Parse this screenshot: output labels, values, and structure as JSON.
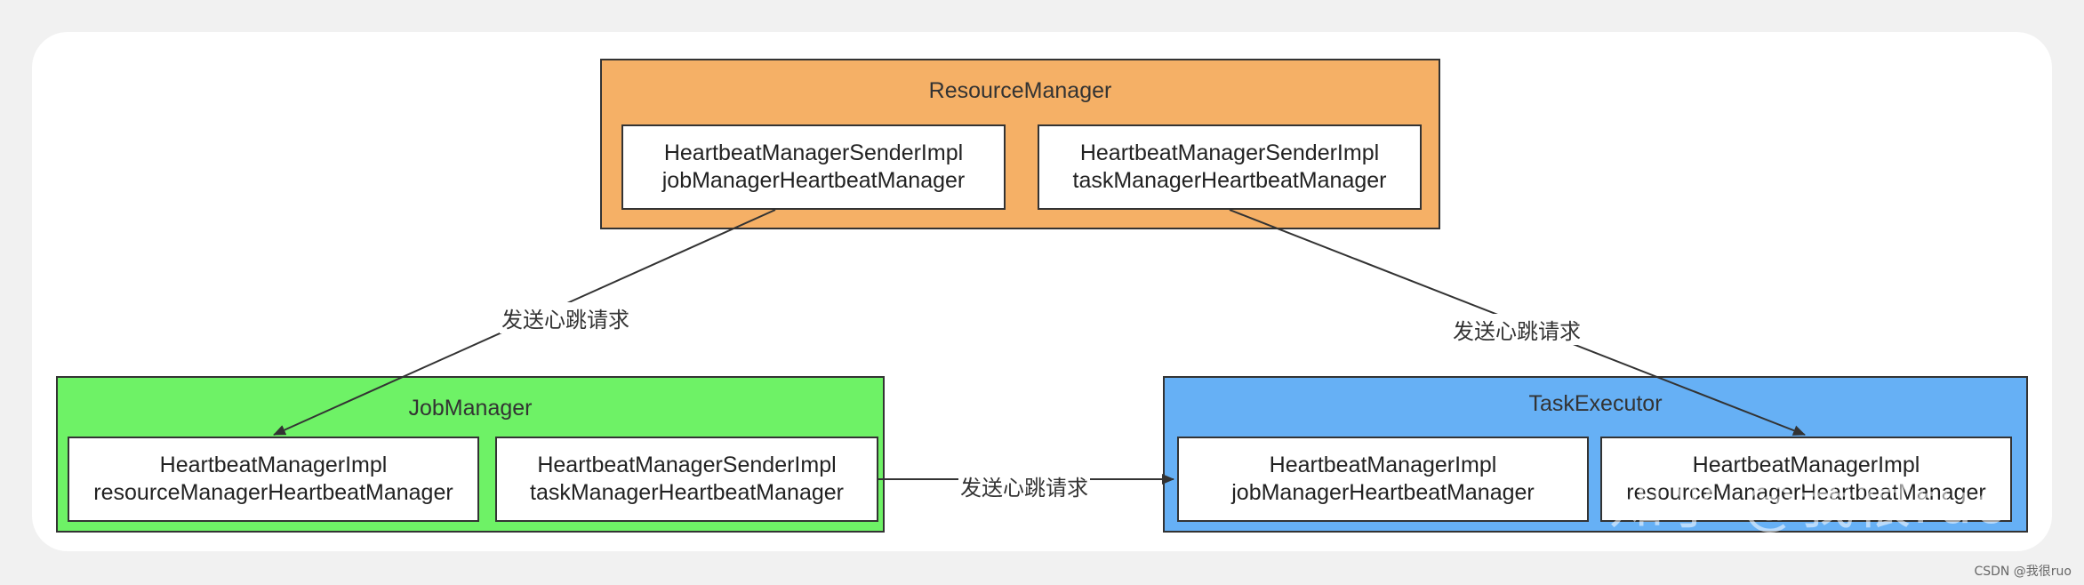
{
  "resource_manager": {
    "title": "ResourceManager",
    "fill": "#f5b066",
    "jm_sender": {
      "line1": "HeartbeatManagerSenderImpl",
      "line2": "jobManagerHeartbeatManager"
    },
    "tm_sender": {
      "line1": "HeartbeatManagerSenderImpl",
      "line2": "taskManagerHeartbeatManager"
    }
  },
  "job_manager": {
    "title": "JobManager",
    "fill": "#6ef266",
    "rm_impl": {
      "line1": "HeartbeatManagerImpl",
      "line2": "resourceManagerHeartbeatManager"
    },
    "tm_sender": {
      "line1": "HeartbeatManagerSenderImpl",
      "line2": "taskManagerHeartbeatManager"
    }
  },
  "task_executor": {
    "title": "TaskExecutor",
    "fill": "#66b0f5",
    "jm_impl": {
      "line1": "HeartbeatManagerImpl",
      "line2": "jobManagerHeartbeatManager"
    },
    "rm_impl": {
      "line1": "HeartbeatManagerImpl",
      "line2": "resourceManagerHeartbeatManager"
    }
  },
  "edges": {
    "rm_to_jm": "发送心跳请求",
    "rm_to_te": "发送心跳请求",
    "jm_to_te": "发送心跳请求"
  },
  "watermark": "知乎 @我很ruo",
  "credit": "CSDN @我很ruo"
}
